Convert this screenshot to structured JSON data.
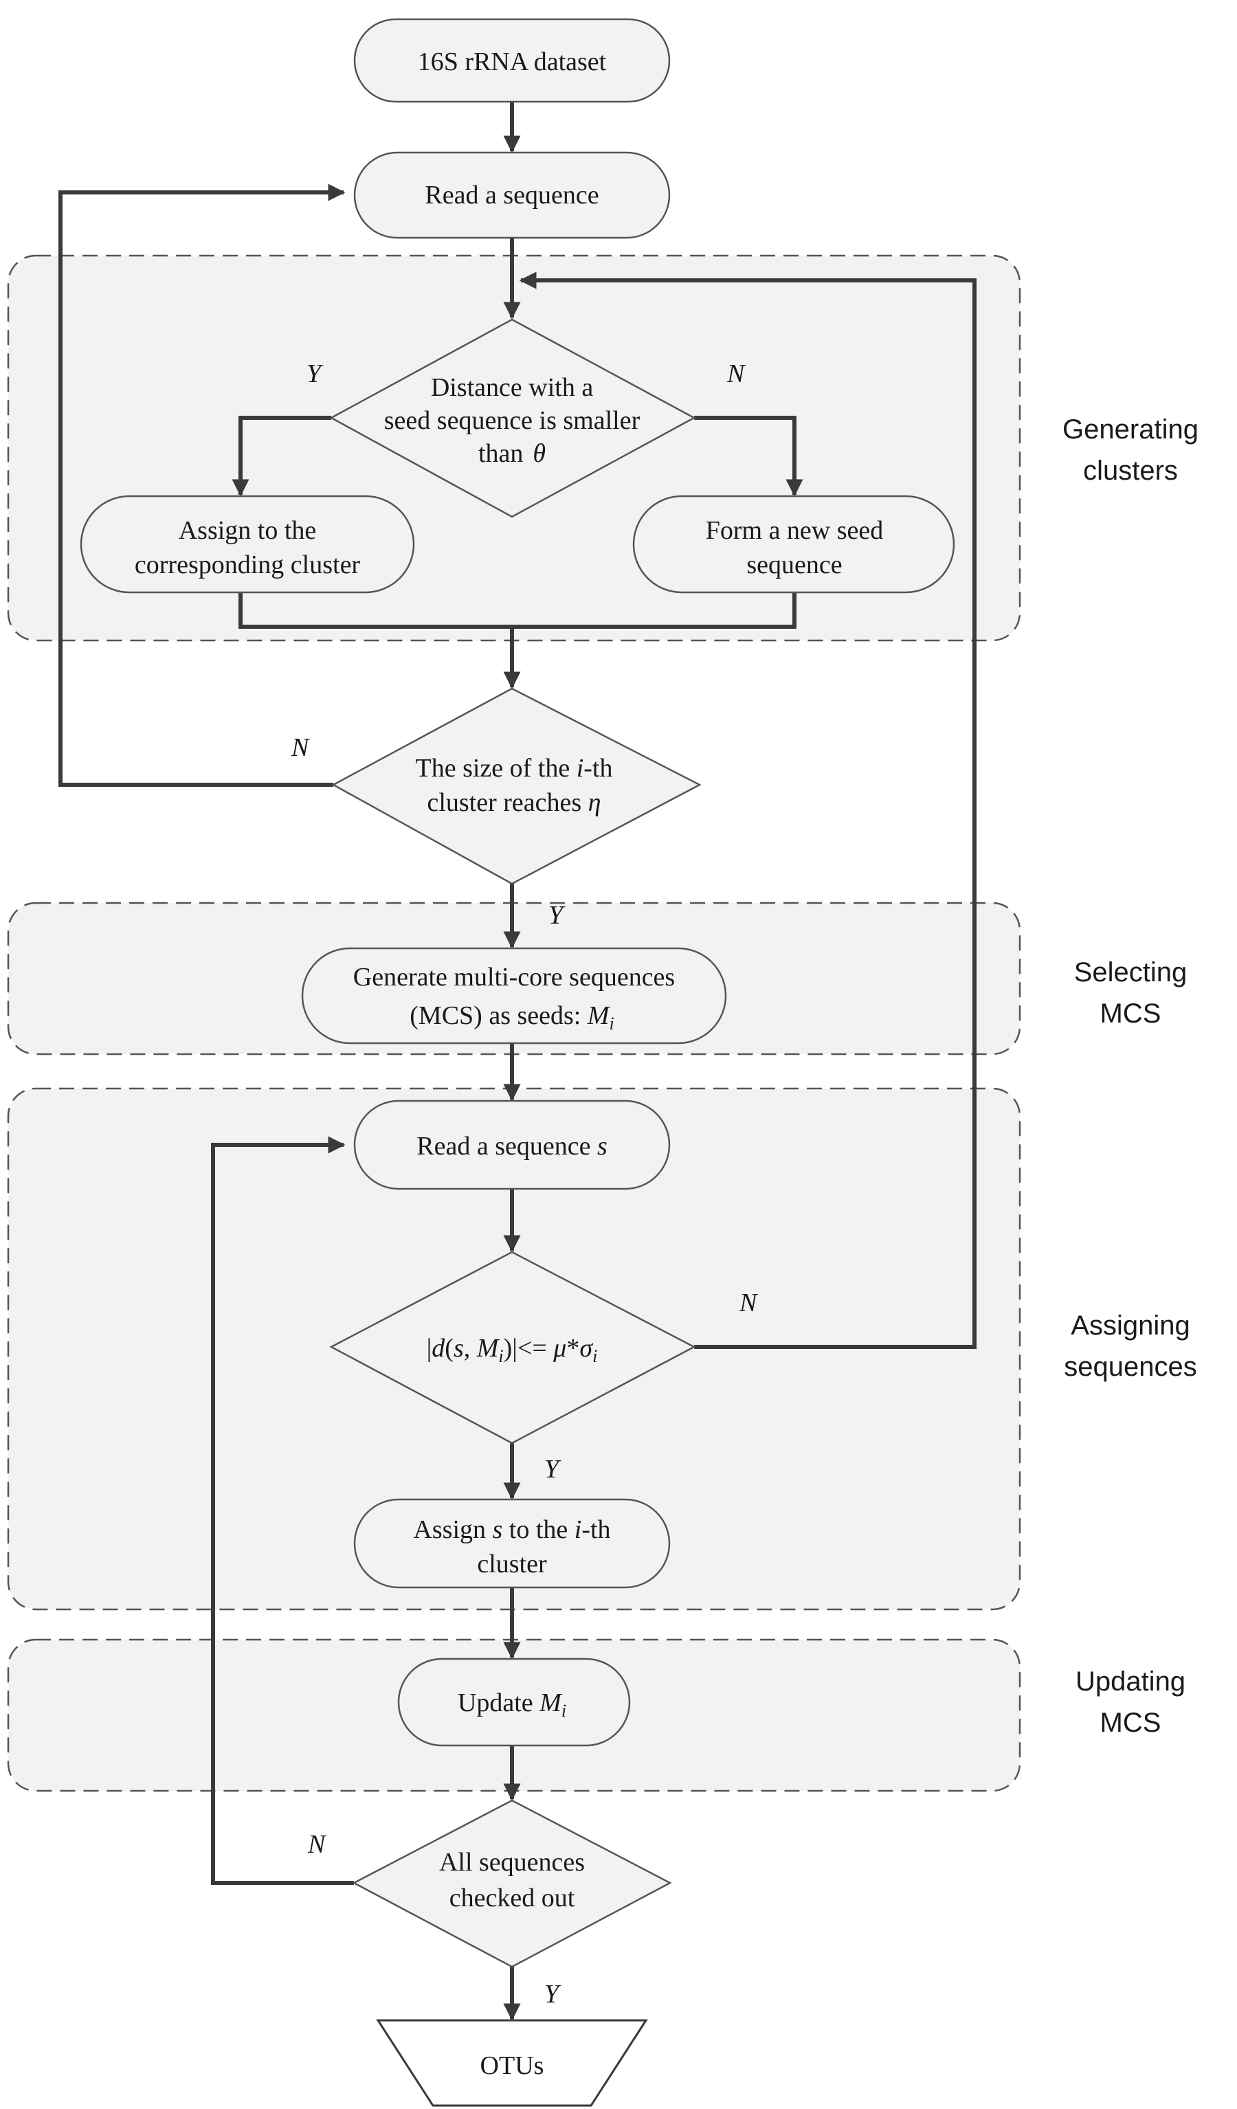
{
  "nodes": {
    "dataset": "16S rRNA dataset",
    "read_seq_1": "Read a sequence",
    "distance_check": {
      "line1": "Distance with a",
      "line2": "seed sequence is smaller",
      "line3": "than",
      "symbol": "θ"
    },
    "assign_cluster": {
      "line1": "Assign to the",
      "line2": "corresponding cluster"
    },
    "new_seed": {
      "line1": "Form a new seed",
      "line2": "sequence"
    },
    "size_check": {
      "pre": "The size of the ",
      "var": "i",
      "post": "-th",
      "line2_text": "cluster reaches ",
      "line2_sym": "η"
    },
    "gen_mcs": {
      "line1": "Generate multi-core sequences",
      "line2_text": "(MCS) as seeds: ",
      "var": "M",
      "sub": "i"
    },
    "read_seq_s": {
      "text": "Read a sequence ",
      "var": "s"
    },
    "dist_mcs": {
      "open": "|",
      "d": "d",
      "args_open": "(",
      "s": "s",
      "comma": ", ",
      "M": "M",
      "M_sub": "i",
      "args_close": ")|<= ",
      "mu": "μ",
      "star": "*",
      "sigma": "σ",
      "sigma_sub": "i"
    },
    "assign_s": {
      "pre": "Assign ",
      "var": "s",
      "mid": " to the ",
      "var2": "i",
      "post": "-th",
      "line2": "cluster"
    },
    "update_m": {
      "text": "Update ",
      "var": "M",
      "sub": "i"
    },
    "all_checked": {
      "line1": "All sequences",
      "line2": "checked out"
    },
    "otus": "OTUs"
  },
  "edge_labels": {
    "yes": "Y",
    "no": "N"
  },
  "regions": {
    "generating": {
      "line1": "Generating",
      "line2": "clusters"
    },
    "selecting": {
      "line1": "Selecting",
      "line2": "MCS"
    },
    "assigning": {
      "line1": "Assigning",
      "line2": "sequences"
    },
    "updating": {
      "line1": "Updating",
      "line2": "MCS"
    }
  },
  "colors": {
    "region_fill": "#f2f2f2",
    "line": "#3a3a3a"
  }
}
